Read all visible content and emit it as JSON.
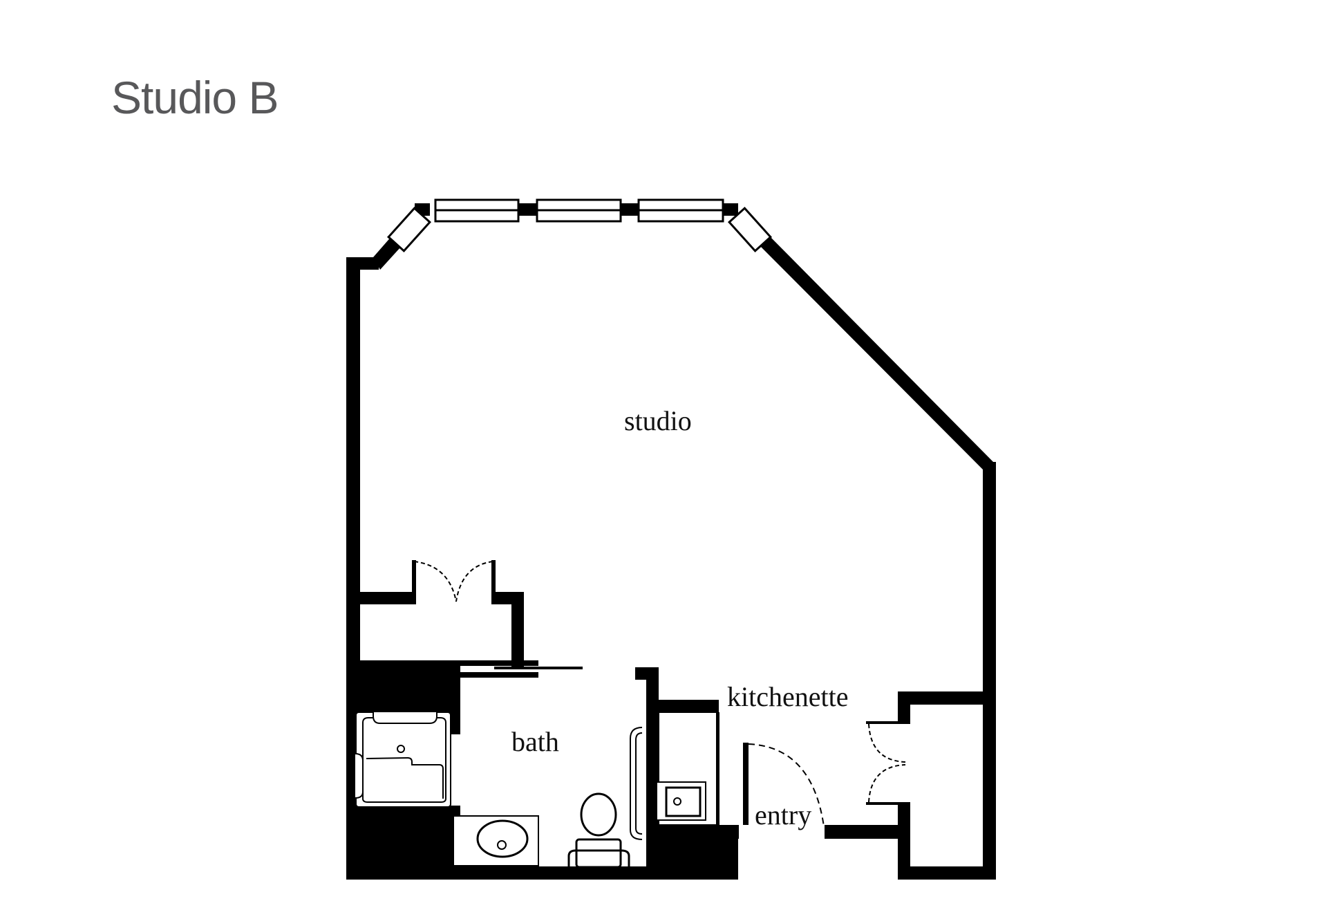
{
  "title": "Studio B",
  "plan": {
    "rooms": [
      {
        "id": "studio",
        "label": "studio"
      },
      {
        "id": "bath",
        "label": "bath"
      },
      {
        "id": "kitchenette",
        "label": "kitchenette"
      },
      {
        "id": "entry",
        "label": "entry"
      }
    ],
    "fixtures": [
      "bathtub",
      "sink",
      "toilet",
      "grab-bars",
      "kitchen-sink",
      "bay-windows",
      "closet-doors",
      "entry-door",
      "sliding-door"
    ],
    "colors": {
      "wall": "#000000",
      "background": "#ffffff",
      "title": "#58585a"
    }
  }
}
